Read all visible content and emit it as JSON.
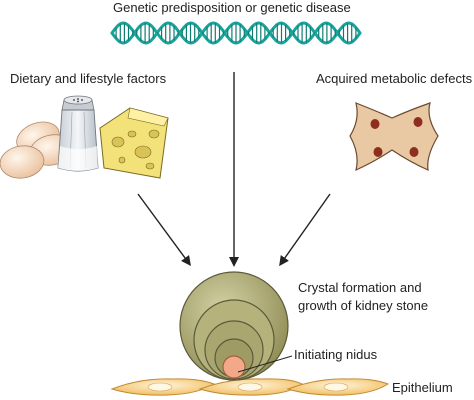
{
  "labels": {
    "genetic": "Genetic predisposition or genetic disease",
    "dietary": "Dietary and lifestyle factors",
    "metabolic": "Acquired metabolic defects",
    "crystal": "Crystal formation and growth of kidney stone",
    "nidus": "Initiating nidus",
    "epithelium": "Epithelium"
  },
  "colors": {
    "dna_strand": "#1aa39a",
    "dna_rungs": "#0f7c74",
    "stone_fill": "#a9a770",
    "stone_light": "#c8c79a",
    "stone_outline": "#5b5a3a",
    "nidus_fill": "#f1a98a",
    "cell_fill": "#f4c877",
    "cell_outline": "#c08a35",
    "cheese_fill": "#f3e27a",
    "egg_fill": "#f6dcc4",
    "salt_shaker": "#d8dde2",
    "metabolic_cell": "#e9c9a4",
    "metabolic_nucleus": "#8f2d1f",
    "arrow": "#222222"
  },
  "icons": [
    "dna-helix-icon",
    "eggs-icon",
    "salt-shaker-icon",
    "cheese-icon",
    "metabolic-cell-icon",
    "kidney-stone-icon",
    "epithelium-cells-icon"
  ]
}
